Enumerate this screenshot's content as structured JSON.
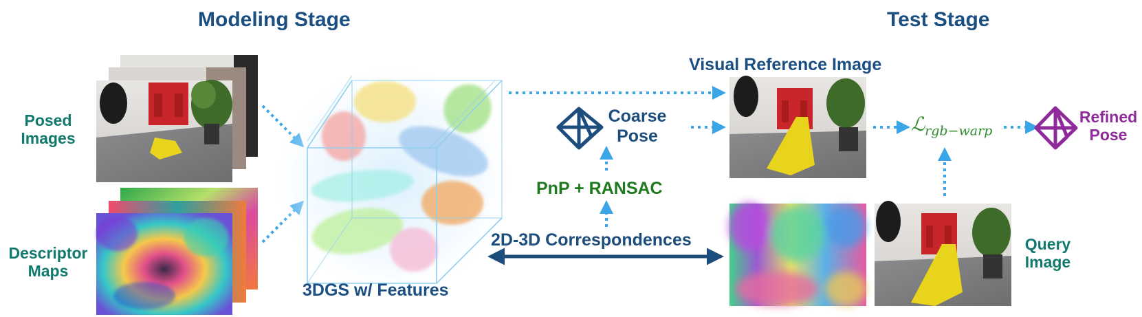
{
  "titles": {
    "modeling_stage": "Modeling Stage",
    "test_stage": "Test Stage"
  },
  "labels": {
    "posed_images_line1": "Posed",
    "posed_images_line2": "Images",
    "descriptor_maps_line1": "Descriptor",
    "descriptor_maps_line2": "Maps",
    "gs_model": "3DGS w/ Features",
    "visual_reference_image": "Visual Reference Image",
    "coarse_pose_line1": "Coarse",
    "coarse_pose_line2": "Pose",
    "pnp_ransac": "PnP + RANSAC",
    "correspondences": "2D-3D Correspondences",
    "loss_main": "ℒ",
    "loss_sub": "rgb−warp",
    "refined_pose_line1": "Refined",
    "refined_pose_line2": "Pose",
    "query_image_line1": "Query",
    "query_image_line2": "Image"
  },
  "colors": {
    "title_blue": "#1b4f82",
    "teal": "#117a6e",
    "green": "#1f7a1f",
    "purple": "#8e2a9a",
    "arrow_blue": "#3aa6e8",
    "navy": "#1d4d7c",
    "loss_green": "#2e8b2e"
  },
  "icons": {
    "coarse_pose": "octahedron-icon",
    "refined_pose": "octahedron-icon"
  }
}
